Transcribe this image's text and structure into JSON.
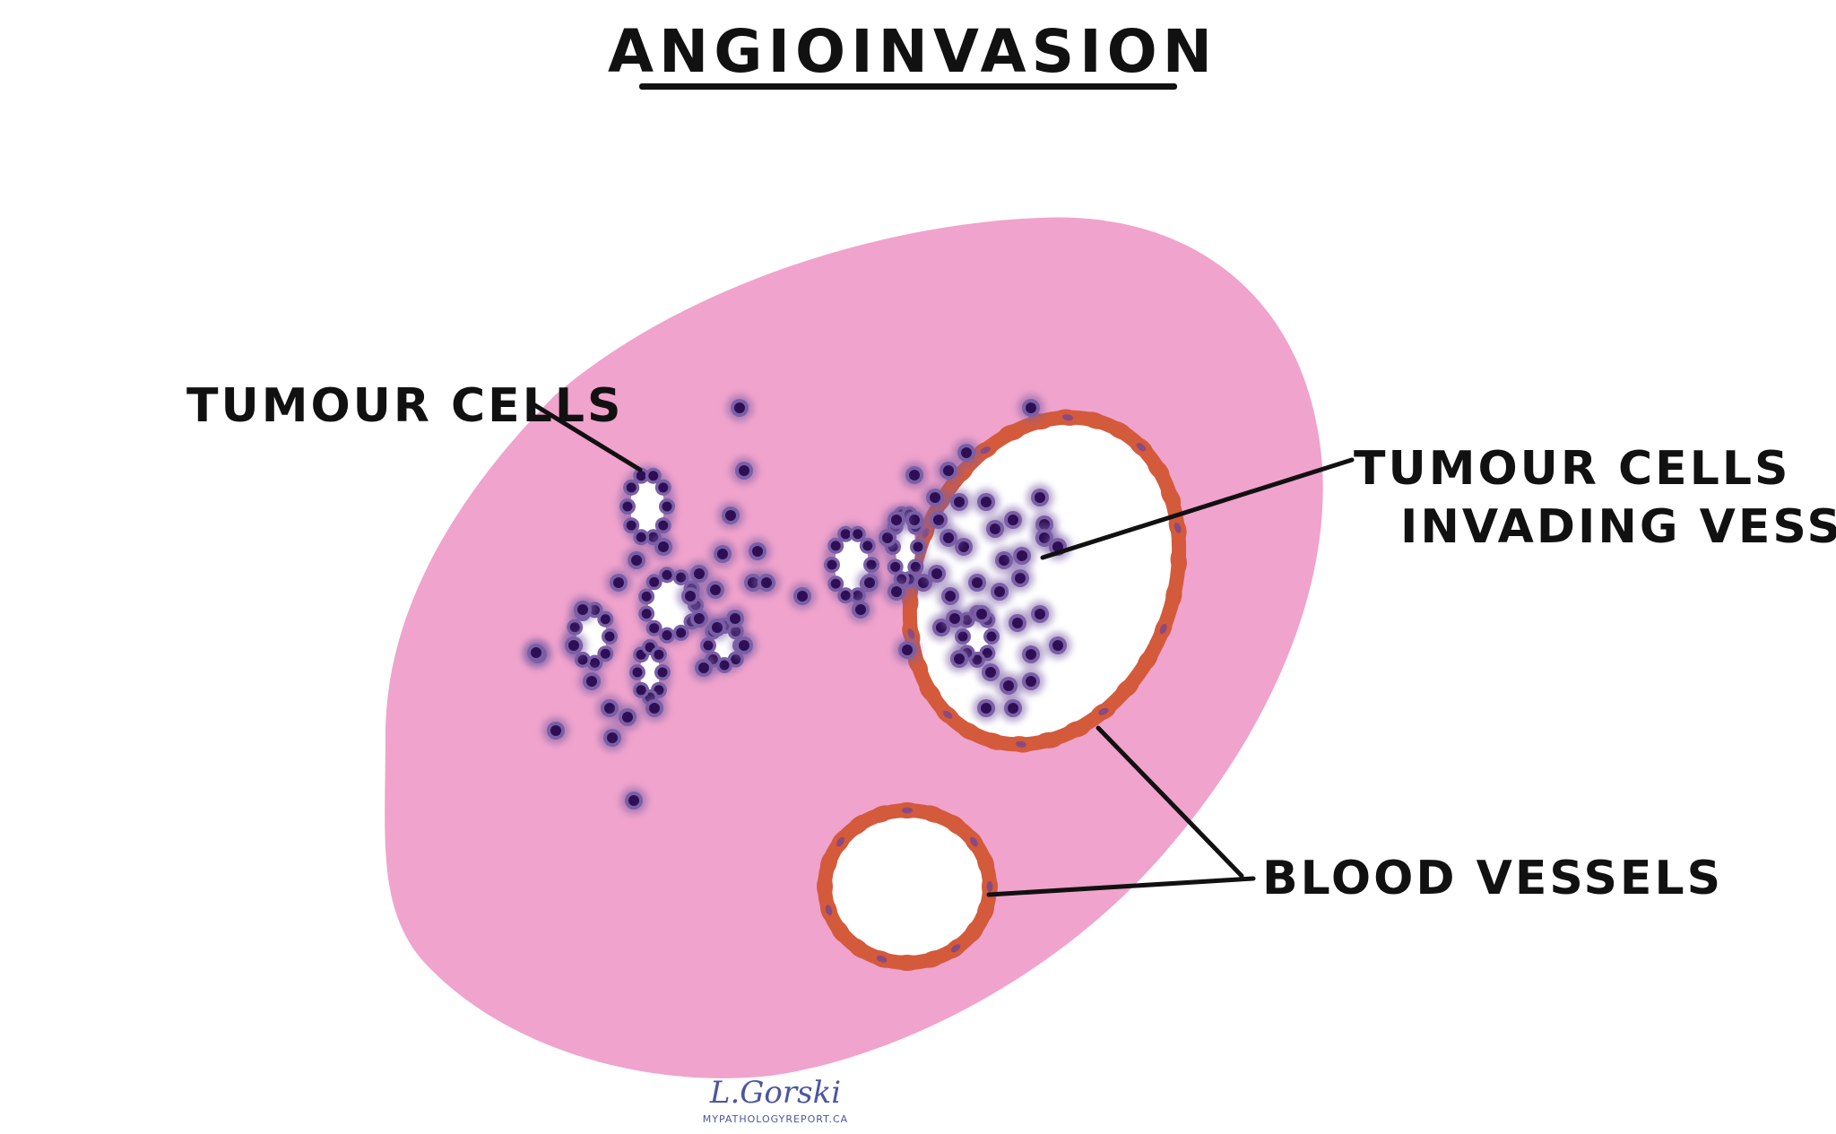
{
  "title": "ANGIOINVASION",
  "labels": {
    "tumour_cells": "TUMOUR CELLS",
    "invading_line1": "TUMOUR CELLS",
    "invading_line2": "INVADING VESSELS",
    "blood_vessels": "BLOOD VESSELS"
  },
  "signature": {
    "name": "L.Gorski",
    "site": "MYPATHOLOGYREPORT.CA"
  },
  "colors": {
    "tissue": "#f0a3cc",
    "vessel_wall": "#d45a3c",
    "vessel_wall_dots": "#8a4a7e",
    "cell_halo": "#7b5fa6",
    "cell_nucleus": "#2e0f55",
    "lumen": "#ffffff",
    "ink": "#111111",
    "signature": "#4a56a0"
  },
  "icons": {
    "signature_mark": "artist-signature-logo"
  }
}
